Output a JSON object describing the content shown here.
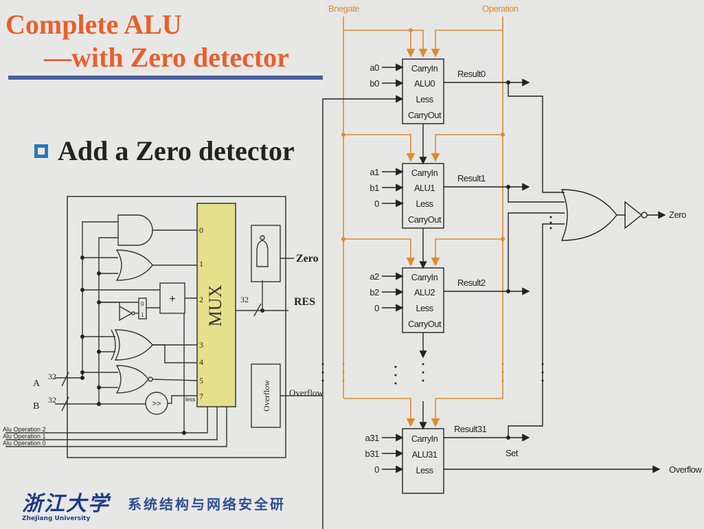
{
  "slide": {
    "title_line1": "Complete ALU",
    "title_line2": "—with Zero detector",
    "bullet": "Add a Zero detector"
  },
  "left_diagram": {
    "mux_label": "MUX",
    "mux_inputs": [
      "0",
      "1",
      "2",
      "3",
      "4",
      "5",
      "7"
    ],
    "adder_symbol": "+",
    "shifter_symbol": ">>",
    "selector_bits": [
      "0",
      "1"
    ],
    "less_label": "less",
    "input_a": "A",
    "input_b": "B",
    "bus_width": "32",
    "res_label": "RES",
    "zero_label": "Zero",
    "overflow_box": "Overflow",
    "overflow_out": "Overflow",
    "alu_operations": [
      "Alu Operation 2",
      "Alu Operation 1",
      "Alu Operation 0"
    ]
  },
  "alu_chain": {
    "bnegate": "Bnegate",
    "operation": "Operation",
    "alus": [
      {
        "inputs": [
          "a0",
          "b0"
        ],
        "ports": [
          "CarryIn",
          "ALU0",
          "Less",
          "CarryOut"
        ],
        "result": "Result0"
      },
      {
        "inputs": [
          "a1",
          "b1",
          "0"
        ],
        "ports": [
          "CarryIn",
          "ALU1",
          "Less",
          "CarryOut"
        ],
        "result": "Result1"
      },
      {
        "inputs": [
          "a2",
          "b2",
          "0"
        ],
        "ports": [
          "CarryIn",
          "ALU2",
          "Less",
          "CarryOut"
        ],
        "result": "Result2"
      },
      {
        "inputs": [
          "a31",
          "b31",
          "0"
        ],
        "ports": [
          "CarryIn",
          "ALU31",
          "Less"
        ],
        "result": "Result31"
      }
    ],
    "set_label": "Set",
    "zero_label": "Zero",
    "overflow_label": "Overflow"
  },
  "footer": {
    "logo_cn": "浙江大学",
    "logo_en": "ZheJiang University",
    "lab": "系统结构与网络安全研"
  },
  "colors": {
    "title": "#e8602c",
    "rule": "#4a5fa0",
    "bullet": "#2a79b5",
    "mux_fill": "#e5e08a",
    "control_wire": "#e08a2c"
  }
}
